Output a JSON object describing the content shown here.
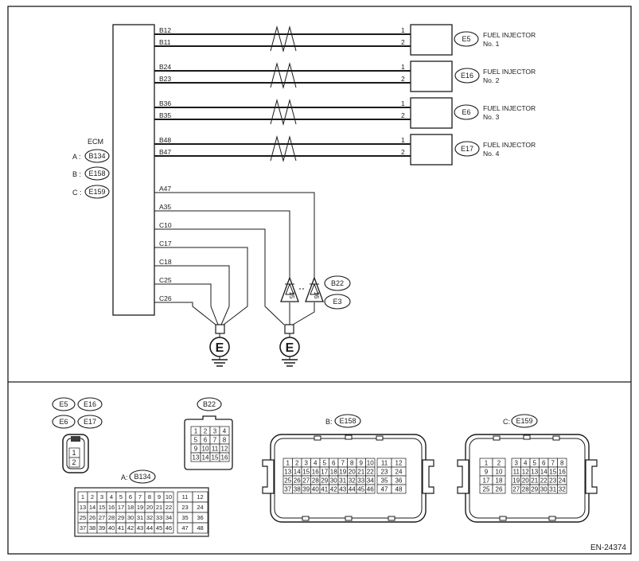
{
  "ecm": {
    "label": "ECM",
    "connectors": [
      {
        "prefix": "A :",
        "id": "B134"
      },
      {
        "prefix": "B :",
        "id": "E158"
      },
      {
        "prefix": "C :",
        "id": "E159"
      }
    ]
  },
  "injectors": [
    {
      "pins": [
        "B12",
        "B11"
      ],
      "conn": "E5",
      "name": "FUEL INJECTOR",
      "num": "No. 1"
    },
    {
      "pins": [
        "B24",
        "B23"
      ],
      "conn": "E16",
      "name": "FUEL INJECTOR",
      "num": "No. 2"
    },
    {
      "pins": [
        "B36",
        "B35"
      ],
      "conn": "E6",
      "name": "FUEL INJECTOR",
      "num": "No. 3"
    },
    {
      "pins": [
        "B48",
        "B47"
      ],
      "conn": "E17",
      "name": "FUEL INJECTOR",
      "num": "No. 4"
    }
  ],
  "injector_pins": [
    "1",
    "2"
  ],
  "ground_wires": [
    "A47",
    "A35",
    "C10",
    "C17",
    "C18",
    "C25",
    "C26"
  ],
  "joint": {
    "pins": [
      "15",
      "16"
    ],
    "conns": [
      "B22",
      "E3"
    ]
  },
  "ground_symbol": "E",
  "connector_views": {
    "injector_group": [
      "E5",
      "E16",
      "E6",
      "E17"
    ],
    "injector_pins": [
      "1",
      "2"
    ],
    "b22": {
      "id": "B22",
      "pins": [
        "1",
        "2",
        "3",
        "4",
        "5",
        "6",
        "7",
        "8",
        "9",
        "10",
        "11",
        "12",
        "13",
        "14",
        "15",
        "16"
      ]
    },
    "a": {
      "prefix": "A:",
      "id": "B134"
    },
    "b": {
      "prefix": "B:",
      "id": "E158"
    },
    "c": {
      "prefix": "C:",
      "id": "E159"
    },
    "pins_1_48": [
      "1",
      "2",
      "3",
      "4",
      "5",
      "6",
      "7",
      "8",
      "9",
      "10",
      "11",
      "12",
      "13",
      "14",
      "15",
      "16",
      "17",
      "18",
      "19",
      "20",
      "21",
      "22",
      "23",
      "24",
      "25",
      "26",
      "27",
      "28",
      "29",
      "30",
      "31",
      "32",
      "33",
      "34",
      "35",
      "36",
      "37",
      "38",
      "39",
      "40",
      "41",
      "42",
      "43",
      "44",
      "45",
      "46",
      "47",
      "48"
    ],
    "c_pins_1_32": [
      "1",
      "2",
      "3",
      "4",
      "5",
      "6",
      "7",
      "8",
      "9",
      "10",
      "11",
      "12",
      "13",
      "14",
      "15",
      "16",
      "17",
      "18",
      "19",
      "20",
      "21",
      "22",
      "23",
      "24",
      "25",
      "26",
      "27",
      "28",
      "29",
      "30",
      "31",
      "32"
    ]
  },
  "figure_id": "EN-24374"
}
